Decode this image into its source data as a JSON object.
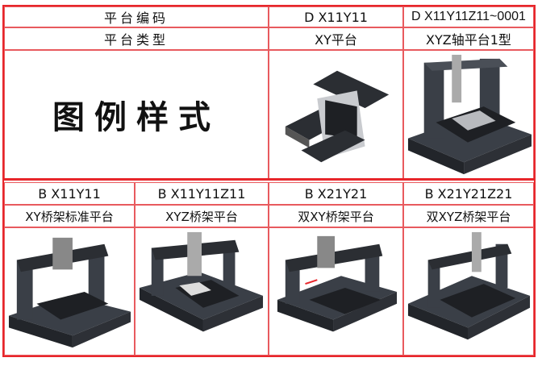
{
  "header": {
    "code_label": "平台编码",
    "type_label": "平台类型",
    "legend_label": "图例样式"
  },
  "top_items": [
    {
      "code": "D X11Y11",
      "type": "XY平台"
    },
    {
      "code": "D X11Y11Z11~0001",
      "type": "XYZ轴平台1型"
    }
  ],
  "bottom_items": [
    {
      "code": "B X11Y11",
      "type": "XY桥架标准平台"
    },
    {
      "code": "B X11Y11Z11",
      "type": "XYZ桥架平台"
    },
    {
      "code": "B X21Y21",
      "type": "双XY桥架平台"
    },
    {
      "code": "B X21Y21Z21",
      "type": "双XYZ桥架平台"
    }
  ],
  "colors": {
    "border": "#e8262b",
    "granite": "#3a3f47"
  }
}
